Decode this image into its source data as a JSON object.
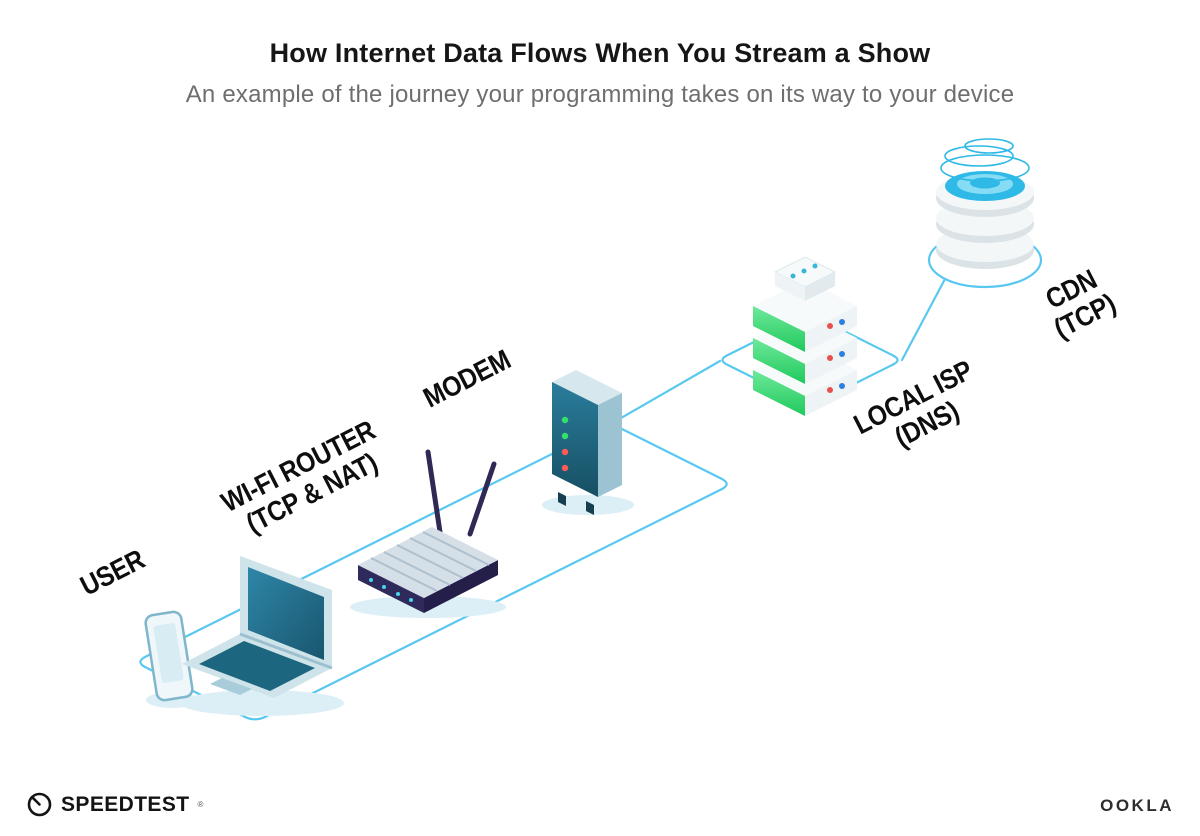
{
  "header": {
    "title": "How Internet Data Flows When You Stream a Show",
    "subtitle": "An example of the journey your programming takes on its way to your device"
  },
  "nodes": [
    {
      "id": "user",
      "line1": "USER",
      "line2": ""
    },
    {
      "id": "wifi-router",
      "line1": "WI-FI ROUTER",
      "line2": "(TCP & NAT)"
    },
    {
      "id": "modem",
      "line1": "MODEM",
      "line2": ""
    },
    {
      "id": "local-isp",
      "line1": "LOCAL ISP",
      "line2": "(DNS)"
    },
    {
      "id": "cdn",
      "line1": "CDN",
      "line2": "(TCP)"
    }
  ],
  "footer": {
    "speedtest_label": "SPEEDTEST",
    "registered_mark": "®",
    "ookla_label": "OOKLA"
  },
  "colors": {
    "path_blue": "#58c8f0",
    "device_teal_dark": "#19566e",
    "device_teal_mid": "#2e86a8",
    "server_green": "#2ddc6c",
    "led_green": "#35e06a",
    "led_red": "#ff5a5a",
    "title_black": "#161616",
    "subtitle_gray": "#6e6e6e"
  }
}
